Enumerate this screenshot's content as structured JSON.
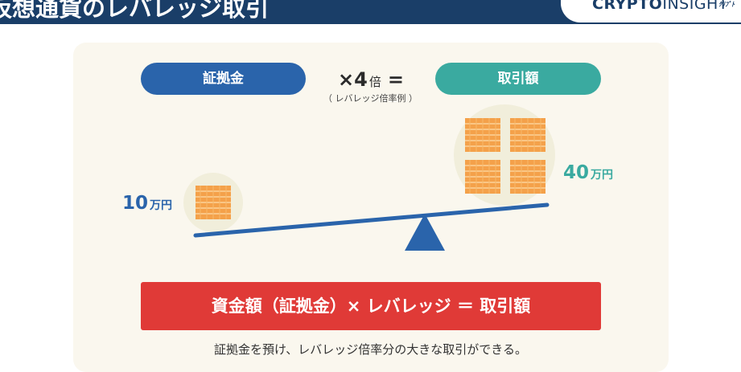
{
  "header": {
    "title": "仮想通貨のレバレッジ取引",
    "logo_main": "CRYPTO",
    "logo_light": "INSIGHT",
    "logo_small": "ｸﾘﾌﾟﾄ"
  },
  "diagram": {
    "left_pill": "証拠金",
    "right_pill": "取引額",
    "multiplier_symbol": "×",
    "multiplier_value": "4",
    "multiplier_unit": "倍",
    "equals": "=",
    "multiplier_note": "（ レバレッジ倍率例 ）",
    "left_amount_value": "10",
    "left_amount_unit": "万円",
    "right_amount_value": "40",
    "right_amount_unit": "万円",
    "formula": "資金額（証拠金）× レバレッジ ＝ 取引額",
    "caption": "証拠金を預け、レバレッジ倍率分の大きな取引ができる。"
  },
  "colors": {
    "navy": "#1a3e68",
    "blue": "#2a64ab",
    "teal": "#3aaaa0",
    "red": "#e03a37",
    "coin": "#f4a14a",
    "panel": "#faf7ee"
  },
  "icons": {
    "coin_stack": "coin-stack-icon",
    "fulcrum": "triangle-fulcrum-icon"
  }
}
